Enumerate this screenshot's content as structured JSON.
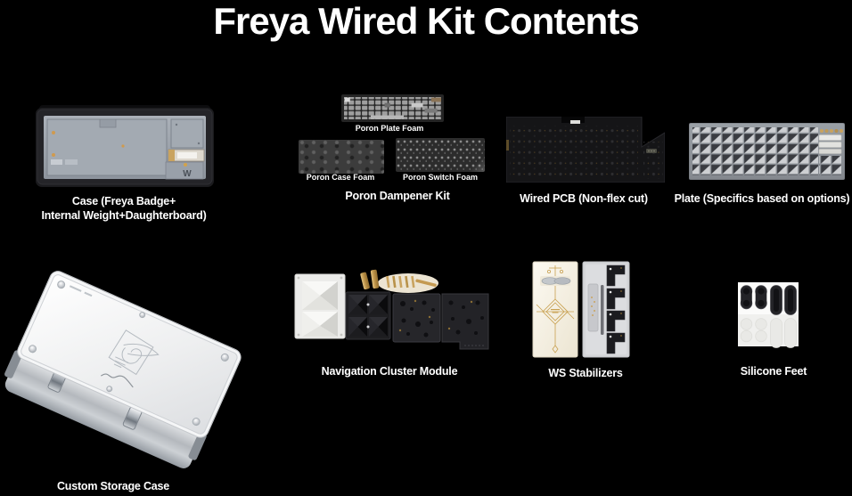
{
  "page": {
    "title": "Freya Wired Kit Contents"
  },
  "colors": {
    "background": "#000000",
    "text": "#ffffff",
    "gold_accent": "#c9a35f"
  },
  "items": {
    "case": {
      "label_line1": "Case (Freya Badge+",
      "label_line2": "Internal Weight+Daughterboard)",
      "badge_text": "W"
    },
    "poron_kit": {
      "label": "Poron Dampener Kit",
      "plate_foam_label": "Poron Plate Foam",
      "case_foam_label": "Poron Case Foam",
      "switch_foam_label": "Poron Switch Foam"
    },
    "wired_pcb": {
      "label": "Wired PCB (Non-flex cut)"
    },
    "plate": {
      "label": "Plate (Specifics based on options)"
    },
    "storage_case": {
      "label": "Custom Storage Case"
    },
    "nav_cluster": {
      "label": "Navigation Cluster Module"
    },
    "stabilizers": {
      "label": "WS Stabilizers"
    },
    "silicone_feet": {
      "label": "Silicone Feet"
    }
  }
}
